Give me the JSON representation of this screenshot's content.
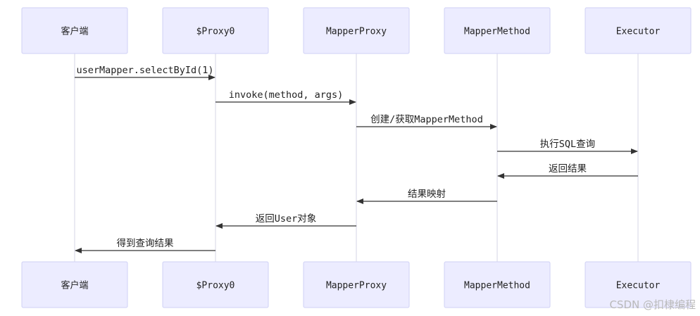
{
  "participants": [
    "客户端",
    "$Proxy0",
    "MapperProxy",
    "MapperMethod",
    "Executor"
  ],
  "messages": [
    {
      "from": 0,
      "to": 1,
      "label": "userMapper.selectById(1)"
    },
    {
      "from": 1,
      "to": 2,
      "label": "invoke(method, args)"
    },
    {
      "from": 2,
      "to": 3,
      "label": "创建/获取MapperMethod"
    },
    {
      "from": 3,
      "to": 4,
      "label": "执行SQL查询"
    },
    {
      "from": 4,
      "to": 3,
      "label": "返回结果"
    },
    {
      "from": 3,
      "to": 2,
      "label": "结果映射"
    },
    {
      "from": 2,
      "to": 1,
      "label": "返回User对象"
    },
    {
      "from": 1,
      "to": 0,
      "label": "得到查询结果"
    }
  ],
  "watermark": "CSDN @扣棣编程",
  "colors": {
    "actor_fill": "#ececff",
    "actor_stroke": "#cfd0f5",
    "lifeline": "#d6d6e6",
    "arrow": "#333333"
  }
}
